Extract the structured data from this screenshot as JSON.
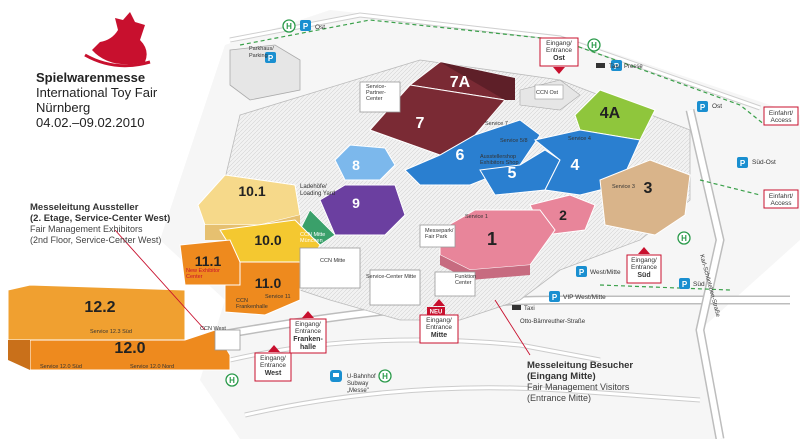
{
  "title": {
    "line1": "Spielwarenmesse",
    "line2": "International Toy Fair",
    "line3": "Nürnberg",
    "line4": "04.02.–09.02.2010"
  },
  "halls": {
    "h7A": "7A",
    "h7": "7",
    "h8": "8",
    "h6": "6",
    "h5": "5",
    "h4A": "4A",
    "h4": "4",
    "h3": "3",
    "h2": "2",
    "h1": "1",
    "h9": "9",
    "h10_1": "10.1",
    "h10_0": "10.0",
    "h11_1": "11.1",
    "h11_0": "11.0",
    "h12_2": "12.2",
    "h12_0": "12.0"
  },
  "entrances": {
    "ost": {
      "line1": "Eingang/",
      "line2": "Entrance",
      "line3": "Ost"
    },
    "sued": {
      "line1": "Eingang/",
      "line2": "Entrance",
      "line3": "Süd"
    },
    "mitte": {
      "badge": "NEU",
      "line1": "Eingang/",
      "line2": "Entrance",
      "line3": "Mitte"
    },
    "frankenhalle": {
      "line1": "Eingang/",
      "line2": "Entrance",
      "line3": "Franken-",
      "line4": "halle"
    },
    "west": {
      "line1": "Eingang/",
      "line2": "Entrance",
      "line3": "West"
    },
    "einfahrt1": {
      "line1": "Einfahrt/",
      "line2": "Access"
    },
    "einfahrt2": {
      "line1": "Einfahrt/",
      "line2": "Access"
    }
  },
  "parking": {
    "ost_top": "Ost",
    "ost_right": "Ost",
    "sued_ost": "Süd-Ost",
    "west_mitte": "West/Mitte",
    "sued": "Süd",
    "vip": "VIP West/Mitte",
    "parkhaus": "Parkhaus/",
    "parking": "Parking"
  },
  "labels": {
    "taxi1": "Taxi",
    "taxi2": "Taxi",
    "presse": "Presse",
    "ccn_ost": "CCN Ost",
    "service_partner_line1": "Service-",
    "service_partner_line2": "Partner-",
    "service_partner_line3": "Center",
    "ladehof_line1": "Ladehöfe/",
    "ladehof_line2": "Loading Yard",
    "messepark_line1": "Messepark/",
    "messepark_line2": "Fair Park",
    "ccn_mitte": "CCN Mitte",
    "service_center_mitte": "Service-Center Mitte",
    "funktion_line1": "Funktion",
    "funktion_line2": "Center",
    "ccn_franken_line1": "CCN",
    "ccn_franken_line2": "Frankenhalle",
    "ccn_west": "CCN West",
    "new_exhibitor_line1": "New Exhibitor",
    "new_exhibitor_line2": "Center",
    "ccn_mitte_muenchen_line1": "CCN Mitte",
    "ccn_mitte_muenchen_line2": "München",
    "ubahn_line1": "U-Bahnhof",
    "ubahn_line2": "Subway",
    "ubahn_line3": "„Messe\"",
    "street_otto": "Otto-Bärnreuther-Straße",
    "street_karl": "Karl-Schönleben-Straße",
    "service1": "Service 1",
    "service3": "Service 3",
    "service4": "Service 4",
    "service5": "Service 5/8",
    "service7": "Service 7",
    "service11": "Service 11",
    "service12_3": "Service 12.3 Süd",
    "service12_sued": "Service 12.0 Süd",
    "service12_nord": "Service 12.0 Nord",
    "shop_line1": "Ausstellershop",
    "shop_line2": "Exhibitors Shop"
  },
  "notes": {
    "aussteller": {
      "line1": "Messeleitung Aussteller",
      "line2": "(2. Etage, Service-Center West)",
      "line3": "Fair Management Exhibitors",
      "line4": "(2nd Floor, Service-Center West)"
    },
    "besucher": {
      "line1": "Messeleitung Besucher",
      "line2": "(Eingang Mitte)",
      "line3": "Fair Management Visitors",
      "line4": "(Entrance Mitte)"
    }
  },
  "icons": {
    "parking": "P",
    "bus": "H"
  },
  "colors": {
    "maroon": "#7a2a34",
    "blue": "#2a7fd0",
    "purple": "#6b3fa0",
    "green": "#8fc63c",
    "pink": "#e8859a",
    "beige": "#d9b48a",
    "orange": "#ee8a1e",
    "yellow": "#f4c830",
    "lightyellow": "#f6d98a",
    "lightblue": "#7cb8ec",
    "red": "#c8102e",
    "parking": "#1a8fd0",
    "bus": "#2a9a4a"
  }
}
